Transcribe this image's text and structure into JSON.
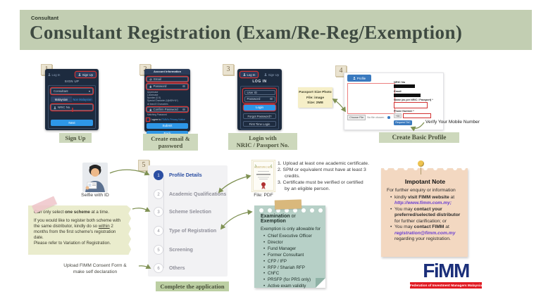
{
  "colors": {
    "header_bg": "#c2ceb2",
    "header_text": "#3e4a41",
    "app_navy": "#1d2b3f",
    "primary_blue": "#2e97e8",
    "annotation_red": "#d23131",
    "arrow_olive": "#7f9153",
    "stepper_active_blue": "#2b4ea2",
    "exam_note_bg": "#b7d0c7",
    "important_note_bg": "#f3d8c1",
    "scheme_note_bg": "#eaeccd",
    "photo_note_bg": "#f6efc8",
    "logo_navy": "#1b2f7a",
    "logo_red": "#e11a22",
    "link_purple": "#6a3fd1"
  },
  "header": {
    "eyebrow": "Consultant",
    "title": "Consultant Registration (Exam/Re-Reg/Exemption)"
  },
  "step1": {
    "badge": "1",
    "login_tab": "Log In",
    "signup_tab": "Sign Up",
    "form_title": "SIGN UP",
    "role": "Consultant",
    "malaysian": "Malaysian",
    "non_malaysian": "Non Malaysian",
    "nric": "NRIC No.",
    "next": "Next",
    "caption": "Sign Up"
  },
  "step2": {
    "badge": "2",
    "header": "Account Information",
    "email": "Email",
    "password": "Password",
    "rules": [
      "Uppercase",
      "Lowercase",
      "Number (0-9)",
      "Special Character (!@#$%^&*)",
      "At least 8 Characters"
    ],
    "confirm": "Confirm Password",
    "matching": "Matching Password",
    "agree_pre": "I agree to ",
    "agree_link": "FIMM's Privacy Notice",
    "submit": "Submit",
    "back": "Back",
    "caption1": "Create email &",
    "caption2": "password"
  },
  "step3": {
    "badge": "3",
    "login_tab": "Log In",
    "signup_tab": "Sign Up",
    "title": "LOG IN",
    "user_id": "User ID",
    "password": "Password",
    "login": "Login",
    "forgot": "Forgot Password?",
    "first_time": "First Time Login",
    "caption1": "Login with",
    "caption2": "NRIC / Passport No."
  },
  "step4": {
    "badge": "4",
    "tab": "Profile",
    "choose_file": "Choose File",
    "no_file": "No file chosen",
    "nric_label": "NRIC No",
    "email_label": "Email",
    "name_label": "Name (as per NRIC / Passport) *",
    "phone_label": "Phone Number *",
    "phone_prefix": "+60",
    "request_tac": "Request TAC",
    "caption": "Create Basic Profile",
    "verify": "Verify Your Mobile Number",
    "photo_note": [
      "Passport Size Photo",
      "File: image",
      "Size: 2MB"
    ]
  },
  "step5": {
    "badge": "5",
    "items": [
      {
        "num": "1",
        "label": "Profile Details"
      },
      {
        "num": "2",
        "label": "Academic Qualifications"
      },
      {
        "num": "3",
        "label": "Scheme Selection"
      },
      {
        "num": "4",
        "label": "Type of Registration"
      },
      {
        "num": "5",
        "label": "Screening"
      },
      {
        "num": "6",
        "label": "Others"
      }
    ],
    "caption": "Complete the application"
  },
  "selfie": {
    "caption": "Selfie with ID"
  },
  "scheme_note": {
    "l1a": "Can only select ",
    "l1b": "one scheme",
    "l1c": " at a time.",
    "p1": "If you would like to register both scheme with the same distributor, kindly do so ",
    "u": "within",
    "p2": " 2 months from the first scheme's registration date.",
    "p3": "Please refer to Variation of Registration."
  },
  "consent": {
    "l1": "Upload FIMM Consent Form &",
    "l2": "make self declaration"
  },
  "academic": {
    "cert_title": "CERTIFICATE",
    "file_caption": "File: PDF",
    "items": [
      "1. Upload at least one academic certificate.",
      "2. SPM or equivalent must have at least 3 credits.",
      "3. Certificate must be verified or certified by an eligible person."
    ]
  },
  "exam_note": {
    "t1": "Examination",
    "tmid": " or ",
    "t2": "Exemption",
    "sub": "Exemption is only allowable for",
    "items": [
      "Chief Executive Officer",
      "Director",
      "Fund Manager",
      "Former Consultant",
      "CFP / IFP",
      "RFP / Shariah RFP",
      "ChFC",
      "PRSFP (for PRS only)",
      "Active exam validity"
    ]
  },
  "important_note": {
    "title": "Impotant Note",
    "intro": "For further enquiry or information",
    "b1_pre": "kindly ",
    "b1_bold": "visit FIMM website",
    "b1_mid": " at ",
    "b1_link": "http://www.fimm.com.my;",
    "b2_pre": "You may ",
    "b2_bold": "contact your preferred/selected distributor",
    "b2_post": " for further clarification; or",
    "b3_pre": "You may ",
    "b3_bold": "contact FIMM",
    "b3_mid": " at ",
    "b3_link": "registration@fimm.com.my",
    "b3_post": " regarding your registration."
  },
  "logo": {
    "wordmark": "FiMM",
    "tagline": "Federation of Investment Managers Malaysia"
  }
}
